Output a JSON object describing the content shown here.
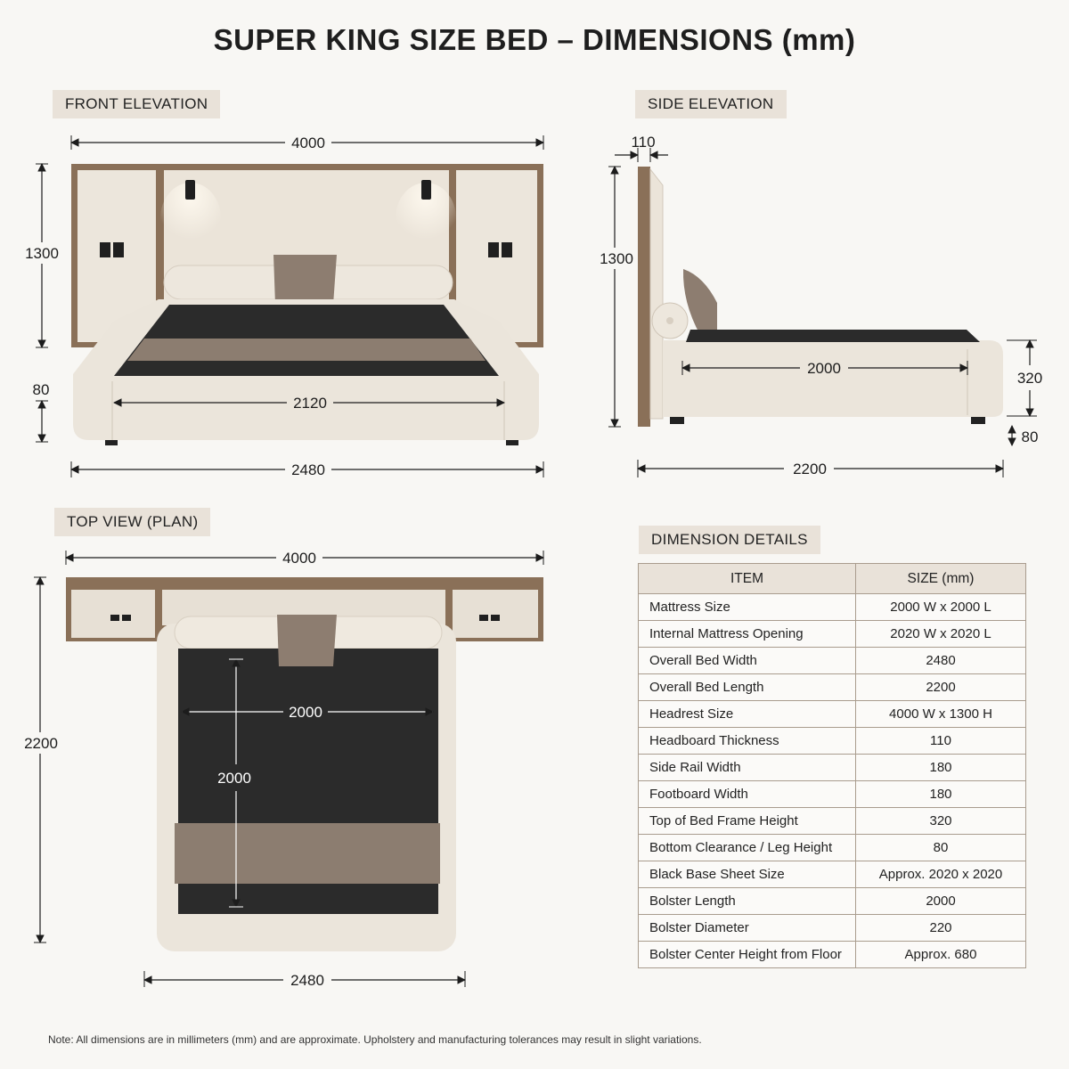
{
  "title": "SUPER KING SIZE BED – DIMENSIONS (mm)",
  "sections": {
    "front": "FRONT ELEVATION",
    "side": "SIDE ELEVATION",
    "top": "TOP VIEW (PLAN)",
    "details": "DIMENSION DETAILS"
  },
  "front_dims": {
    "headboard_width": "4000",
    "headboard_height": "1300",
    "leg_height": "80",
    "mattress_width": "2120",
    "bed_width": "2480"
  },
  "side_dims": {
    "headboard_thickness": "110",
    "headboard_height": "1300",
    "mattress_length": "2000",
    "frame_height": "320",
    "leg_height": "80",
    "bed_length": "2200"
  },
  "top_dims": {
    "headboard_width": "4000",
    "mattress_width": "2000",
    "mattress_length": "2000",
    "bed_length": "2200",
    "bed_width": "2480"
  },
  "table": {
    "headers": [
      "ITEM",
      "SIZE (mm)"
    ],
    "rows": [
      [
        "Mattress Size",
        "2000 W x 2000 L"
      ],
      [
        "Internal Mattress Opening",
        "2020 W x 2020 L"
      ],
      [
        "Overall Bed Width",
        "2480"
      ],
      [
        "Overall Bed Length",
        "2200"
      ],
      [
        "Headrest Size",
        "4000 W x 1300 H"
      ],
      [
        "Headboard Thickness",
        "110"
      ],
      [
        "Side Rail Width",
        "180"
      ],
      [
        "Footboard Width",
        "180"
      ],
      [
        "Top of Bed Frame Height",
        "320"
      ],
      [
        "Bottom Clearance / Leg Height",
        "80"
      ],
      [
        "Black Base Sheet Size",
        "Approx. 2020 x 2020"
      ],
      [
        "Bolster Length",
        "2000"
      ],
      [
        "Bolster Diameter",
        "220"
      ],
      [
        "Bolster Center Height from Floor",
        "Approx. 680"
      ]
    ]
  },
  "note": "Note: All dimensions are in millimeters (mm) and are approximate. Upholstery and manufacturing tolerances may result in slight variations.",
  "colors": {
    "wood": "#8a7058",
    "upholstery": "#ece6dc",
    "sheet": "#2b2b2b",
    "runner": "#8c7d70",
    "label_bg": "#e9e2d9"
  }
}
